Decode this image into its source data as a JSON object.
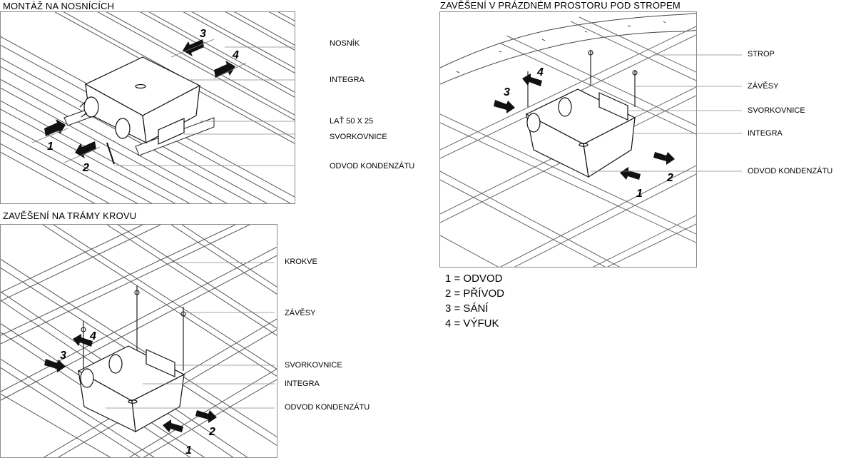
{
  "panels": {
    "top_left": {
      "title": "MONTÁŽ NA NOSNÍCÍCH",
      "labels": {
        "beam": "NOSNÍK",
        "unit": "INTEGRA",
        "batten": "LAŤ",
        "batten_size": "50 X 25",
        "terminal": "SVORKOVNICE",
        "drain": "ODVOD KONDENZÁTU"
      }
    },
    "bottom_left": {
      "title": "ZAVĚŠENÍ NA TRÁMY KROVU",
      "labels": {
        "rafters": "KROKVE",
        "hangers": "ZÁVĚSY",
        "terminal": "SVORKOVNICE",
        "unit": "INTEGRA",
        "drain": "ODVOD KONDENZÁTU"
      }
    },
    "right": {
      "title": "ZAVĚŠENÍ V PRÁZDNÉM PROSTORU POD STROPEM",
      "labels": {
        "ceiling": "STROP",
        "hangers": "ZÁVĚSY",
        "terminal": "SVORKOVNICE",
        "unit": "INTEGRA",
        "drain": "ODVOD KONDENZÁTU"
      }
    }
  },
  "arrow_numbers": [
    "1",
    "2",
    "3",
    "4"
  ],
  "legend": [
    "1 = ODVOD",
    "2 = PŘÍVOD",
    "3 = SÁNÍ",
    "4 = VÝFUK"
  ]
}
